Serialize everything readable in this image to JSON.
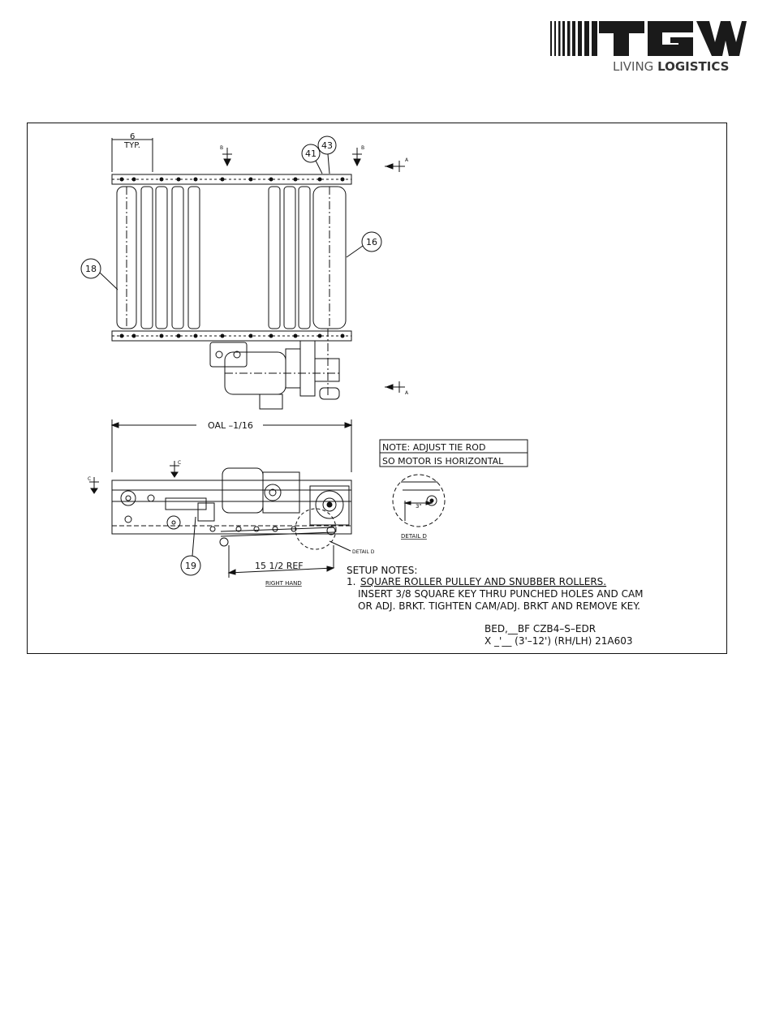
{
  "logo": {
    "brand": "TGW",
    "tagline_a": "LIVING ",
    "tagline_b": "LOGISTICS"
  },
  "drawing": {
    "dim_spacing": "6",
    "dim_typ": "TYP.",
    "section_b": "B",
    "section_a": "A",
    "section_c": "C",
    "balloons": {
      "b41": "41",
      "b43": "43",
      "b16": "16",
      "b18": "18",
      "b19": "19"
    },
    "dim_oal": "OAL –1/16",
    "dim_ref": "15 1/2 REF",
    "right_hand_label": "RIGHT HAND",
    "detail_d_callout": "DETAIL D",
    "detail_d_label": "DETAIL D",
    "detail_dim": "3\"",
    "note_line1": "NOTE:  ADJUST TIE ROD",
    "note_line2": "SO MOTOR IS HORIZONTAL",
    "setup_title": "SETUP NOTES:",
    "setup_item_num": "1.",
    "setup_item_head": "SQUARE ROLLER PULLEY AND SNUBBER ROLLERS.",
    "setup_line2": "INSERT 3/8 SQUARE KEY THRU PUNCHED HOLES AND CAM",
    "setup_line3": "OR ADJ. BRKT. TIGHTEN CAM/ADJ. BRKT AND REMOVE KEY.",
    "part_line1": "BED,__BF CZB4–S–EDR",
    "part_line2": "X _'__ (3'–12') (RH/LH) 21A603"
  }
}
